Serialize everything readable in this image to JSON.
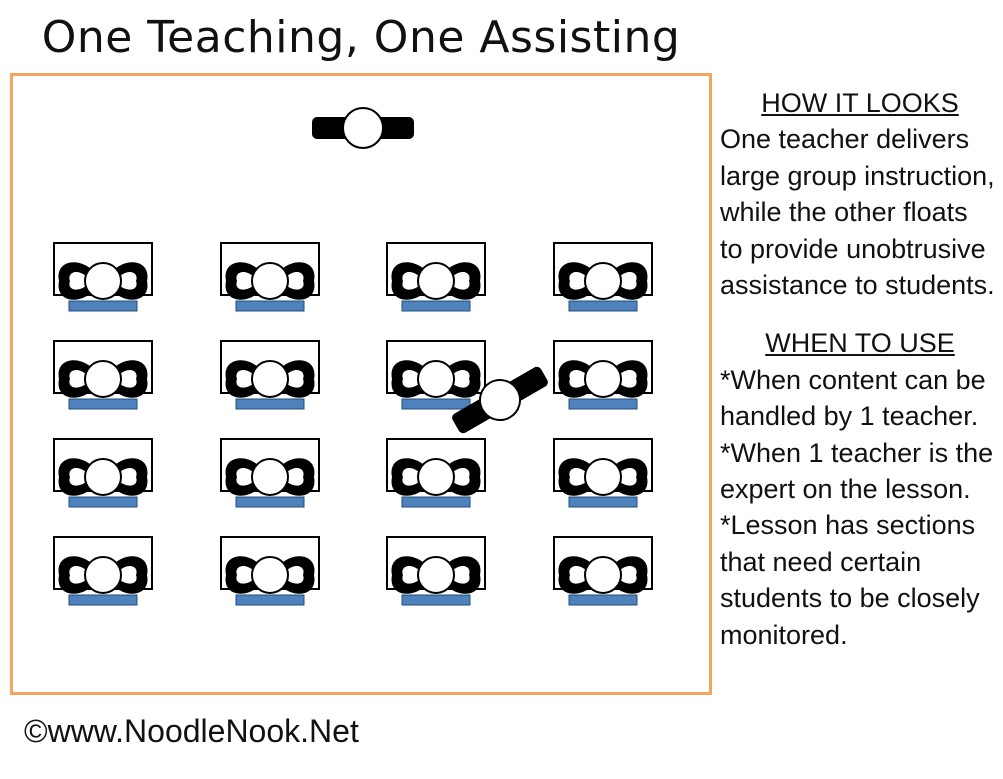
{
  "title": "One Teaching, One Assisting",
  "how_heading": "HOW IT LOOKS",
  "how_lines": [
    "One teacher delivers",
    "large group instruction,",
    "while the other floats",
    "to provide unobtrusive",
    "assistance to students."
  ],
  "when_heading": "WHEN TO USE",
  "when_lines": [
    "*When content can be",
    "handled by 1 teacher.",
    "*When 1 teacher is the",
    "expert on the lesson.",
    "*Lesson has sections",
    "that need certain",
    "students to be closely",
    "monitored."
  ],
  "footer": "©www.NoodleNook.Net",
  "colors": {
    "border": "#f2a35e",
    "chair": "#4f81bd",
    "figure": "#000000"
  },
  "icons": [
    "lead-teacher-icon",
    "assisting-teacher-icon",
    "student-desk-icon"
  ]
}
